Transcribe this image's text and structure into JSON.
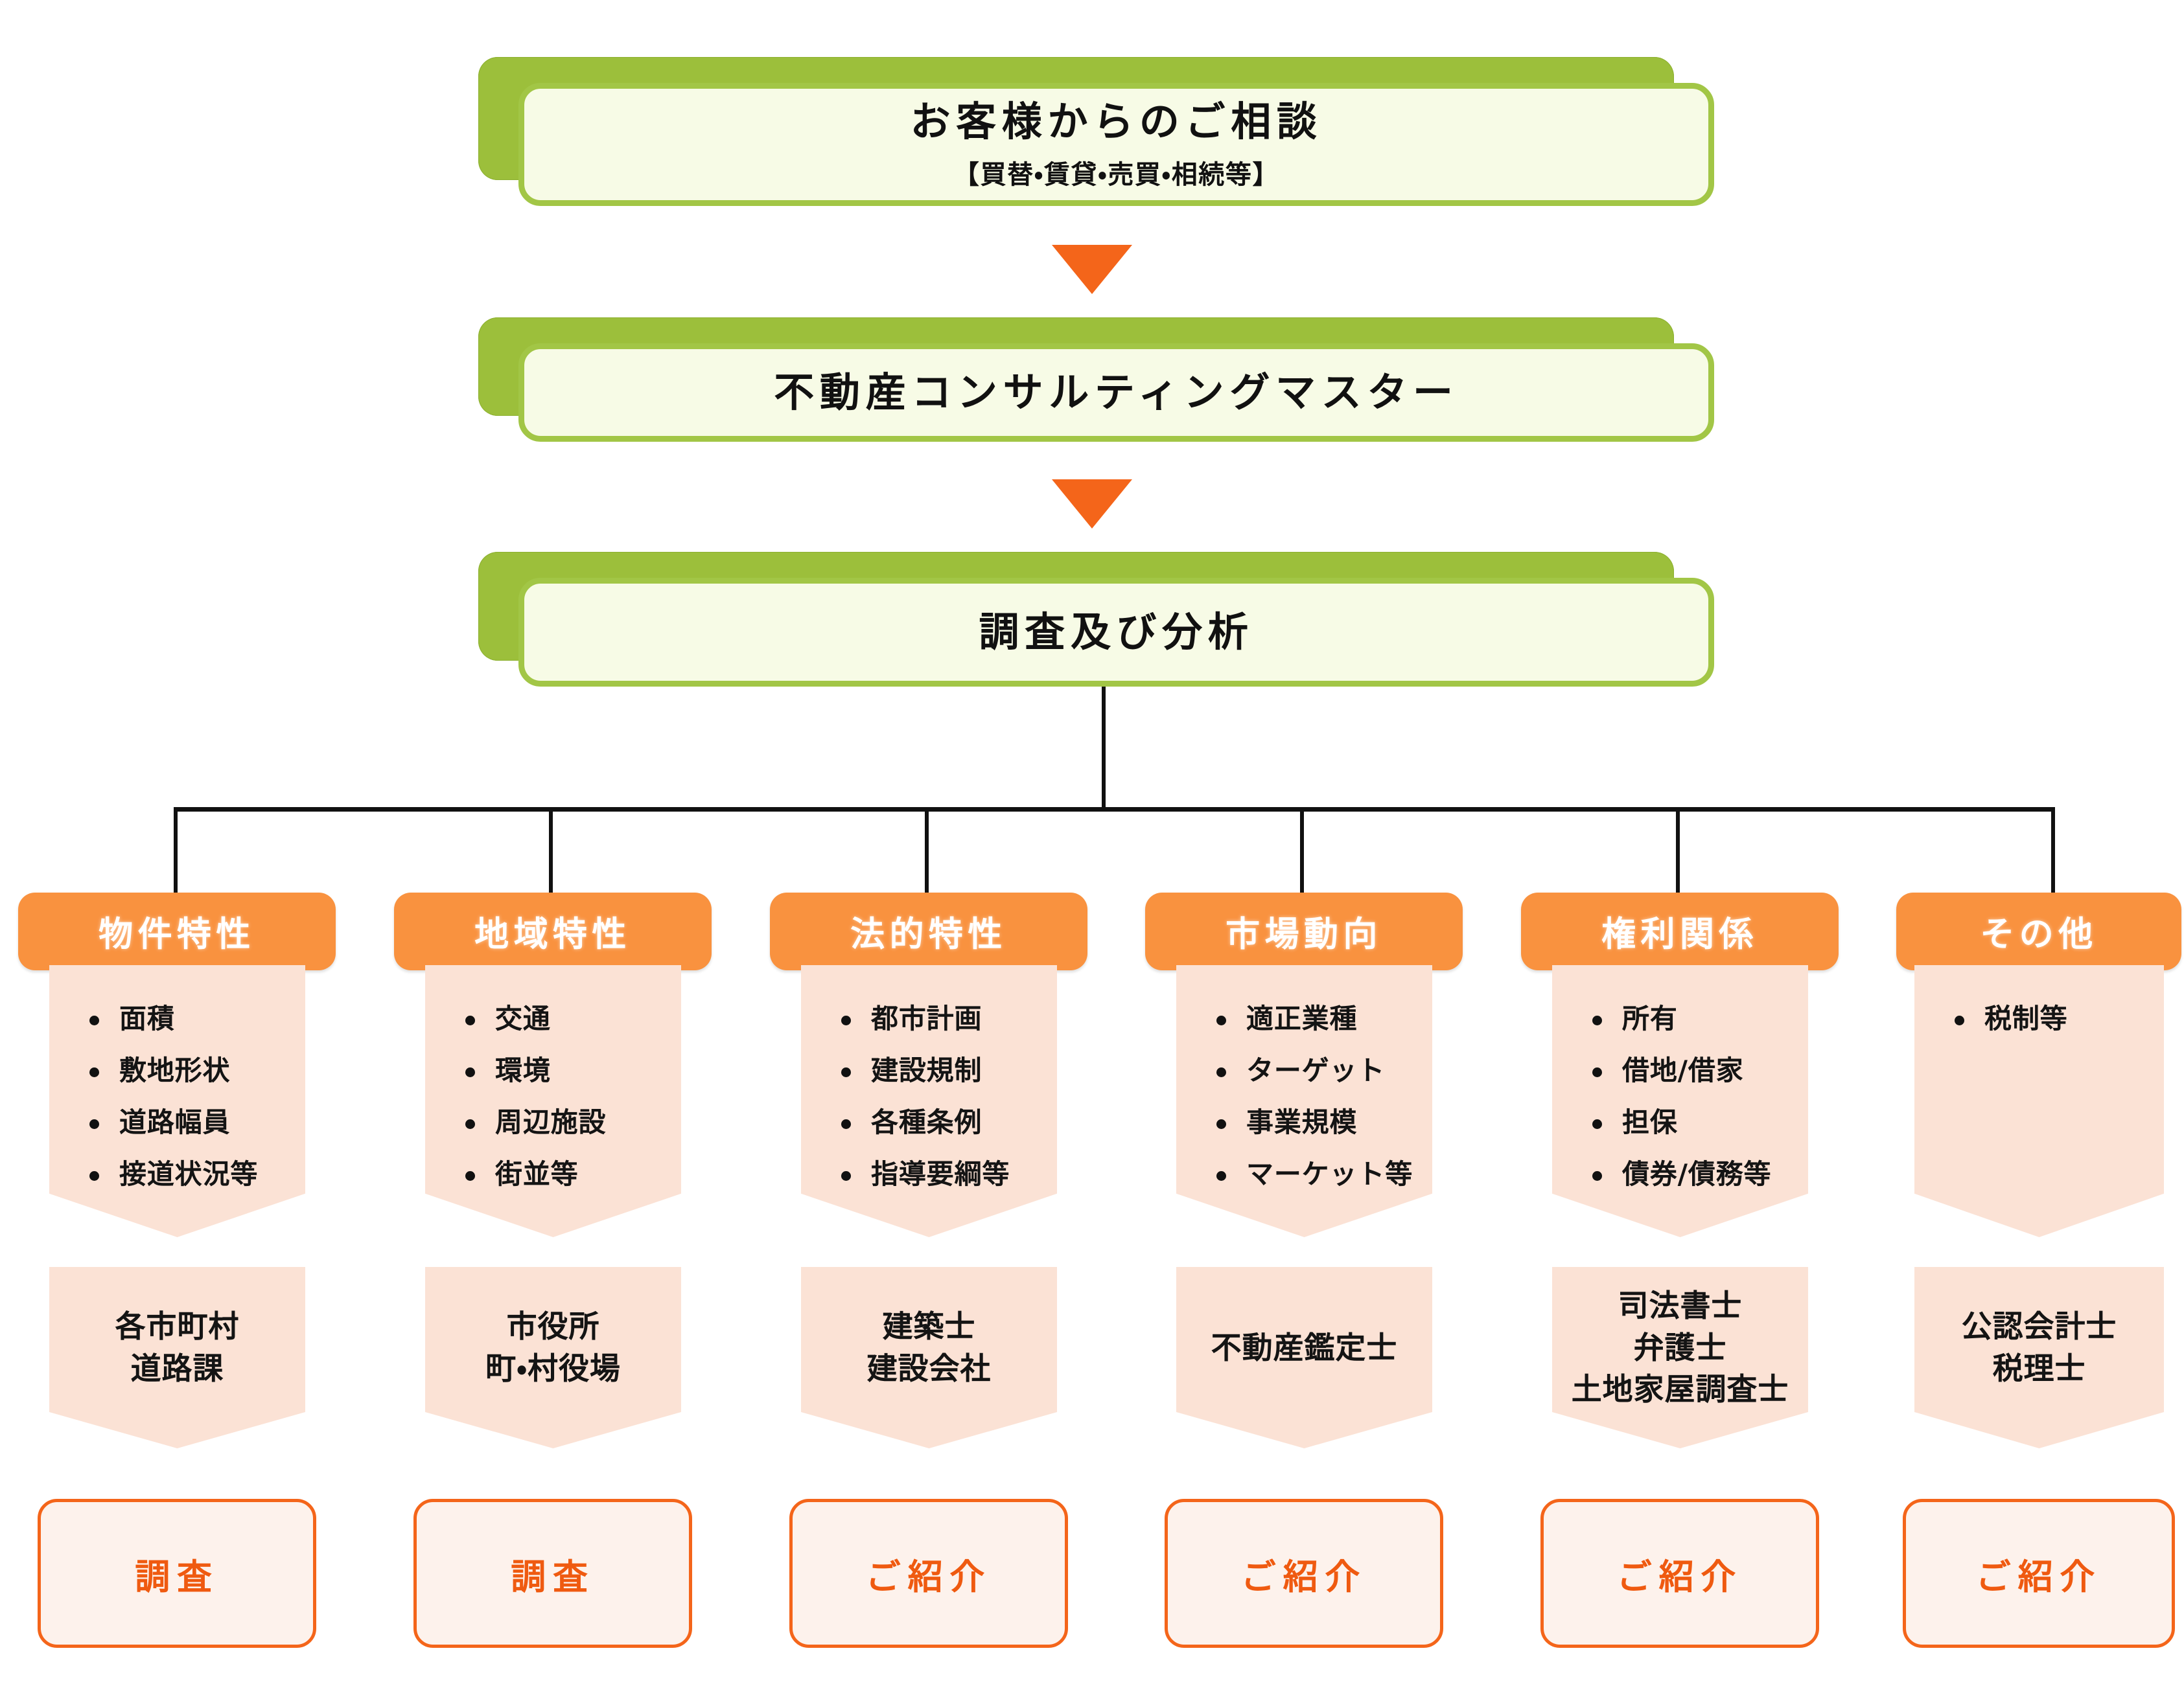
{
  "flow": {
    "top_boxes": [
      {
        "title": "お客様からのご相談",
        "subtitle": "【買替・賃貸・売買・相続等】"
      },
      {
        "title": "不動産コンサルティングマスター",
        "subtitle": ""
      },
      {
        "title": "調査及び分析",
        "subtitle": ""
      }
    ],
    "arrow_icon": "triangle-down-icon",
    "arrow_color": "#f4651a",
    "green_fill": "#f7fbe6",
    "green_border": "#a2c646",
    "orange_header": "#f9923f",
    "ribbon_fill": "#fbe2d5",
    "button_border": "#f4651a",
    "button_text_color": "#ef5a10"
  },
  "columns": [
    {
      "header": "物件特性",
      "items": [
        "面積",
        "敷地形状",
        "道路幅員",
        "接道状況等"
      ],
      "professional": "各市町村\n道路課",
      "action": "調査"
    },
    {
      "header": "地域特性",
      "items": [
        "交通",
        "環境",
        "周辺施設",
        "街並等"
      ],
      "professional": "市役所\n町・村役場",
      "action": "調査"
    },
    {
      "header": "法的特性",
      "items": [
        "都市計画",
        "建設規制",
        "各種条例",
        "指導要綱等"
      ],
      "professional": "建築士\n建設会社",
      "action": "ご紹介"
    },
    {
      "header": "市場動向",
      "items": [
        "適正業種",
        "ターゲット",
        "事業規模",
        "マーケット等"
      ],
      "professional": "不動産鑑定士",
      "action": "ご紹介"
    },
    {
      "header": "権利関係",
      "items": [
        "所有",
        "借地/借家",
        "担保",
        "債券/債務等"
      ],
      "professional": "司法書士\n弁護士\n土地家屋調査士",
      "action": "ご紹介"
    },
    {
      "header": "その他",
      "items": [
        "税制等"
      ],
      "professional": "公認会計士\n税理士",
      "action": "ご紹介"
    }
  ]
}
